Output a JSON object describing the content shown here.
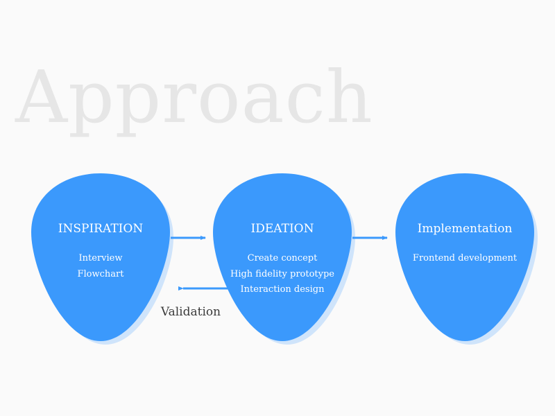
{
  "title": "Approach",
  "stages": [
    {
      "label": "INSPIRATION",
      "items": [
        "Interview",
        "Flowchart"
      ]
    },
    {
      "label": "IDEATION",
      "items": [
        "Create concept",
        "High fidelity prototype",
        "Interaction design"
      ]
    },
    {
      "label": "Implementation",
      "items": [
        "Frontend development"
      ]
    }
  ],
  "feedback_label": "Validation",
  "colors": {
    "shape": "#3b99fc",
    "shadow": "#cfe4fb",
    "arrow": "#3b99fc",
    "title": "#e6e6e6",
    "text": "#ffffff",
    "feedback_text": "#3a3a3a"
  }
}
